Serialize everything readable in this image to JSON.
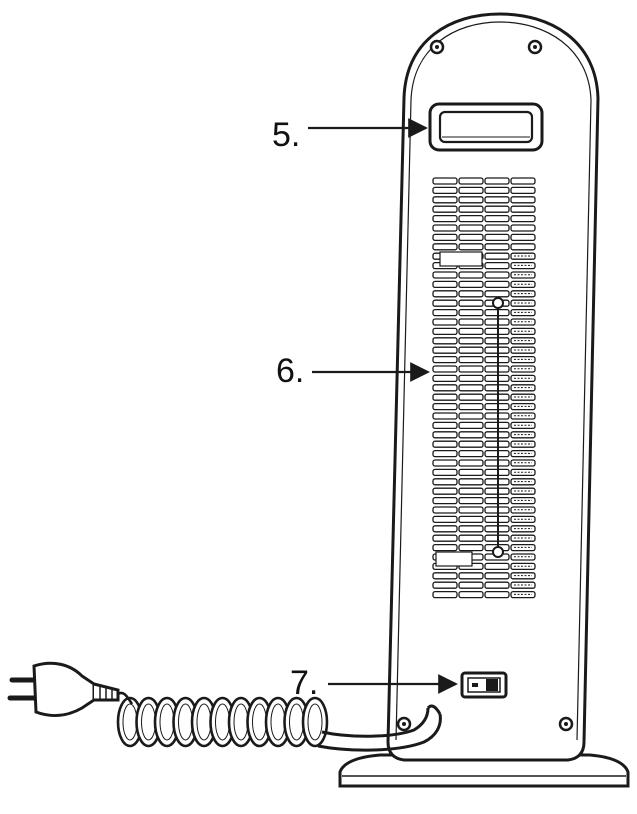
{
  "callouts": {
    "c5": "5.",
    "c6": "6.",
    "c7": "7."
  },
  "colors": {
    "line": "#1a1a1a",
    "fill": "#ffffff"
  },
  "icons": {
    "carry_handle": "handle-icon",
    "air_grille": "grille-icon",
    "power_switch": "switch-icon",
    "plug": "plug-icon",
    "cord": "coiled-cord-icon"
  }
}
